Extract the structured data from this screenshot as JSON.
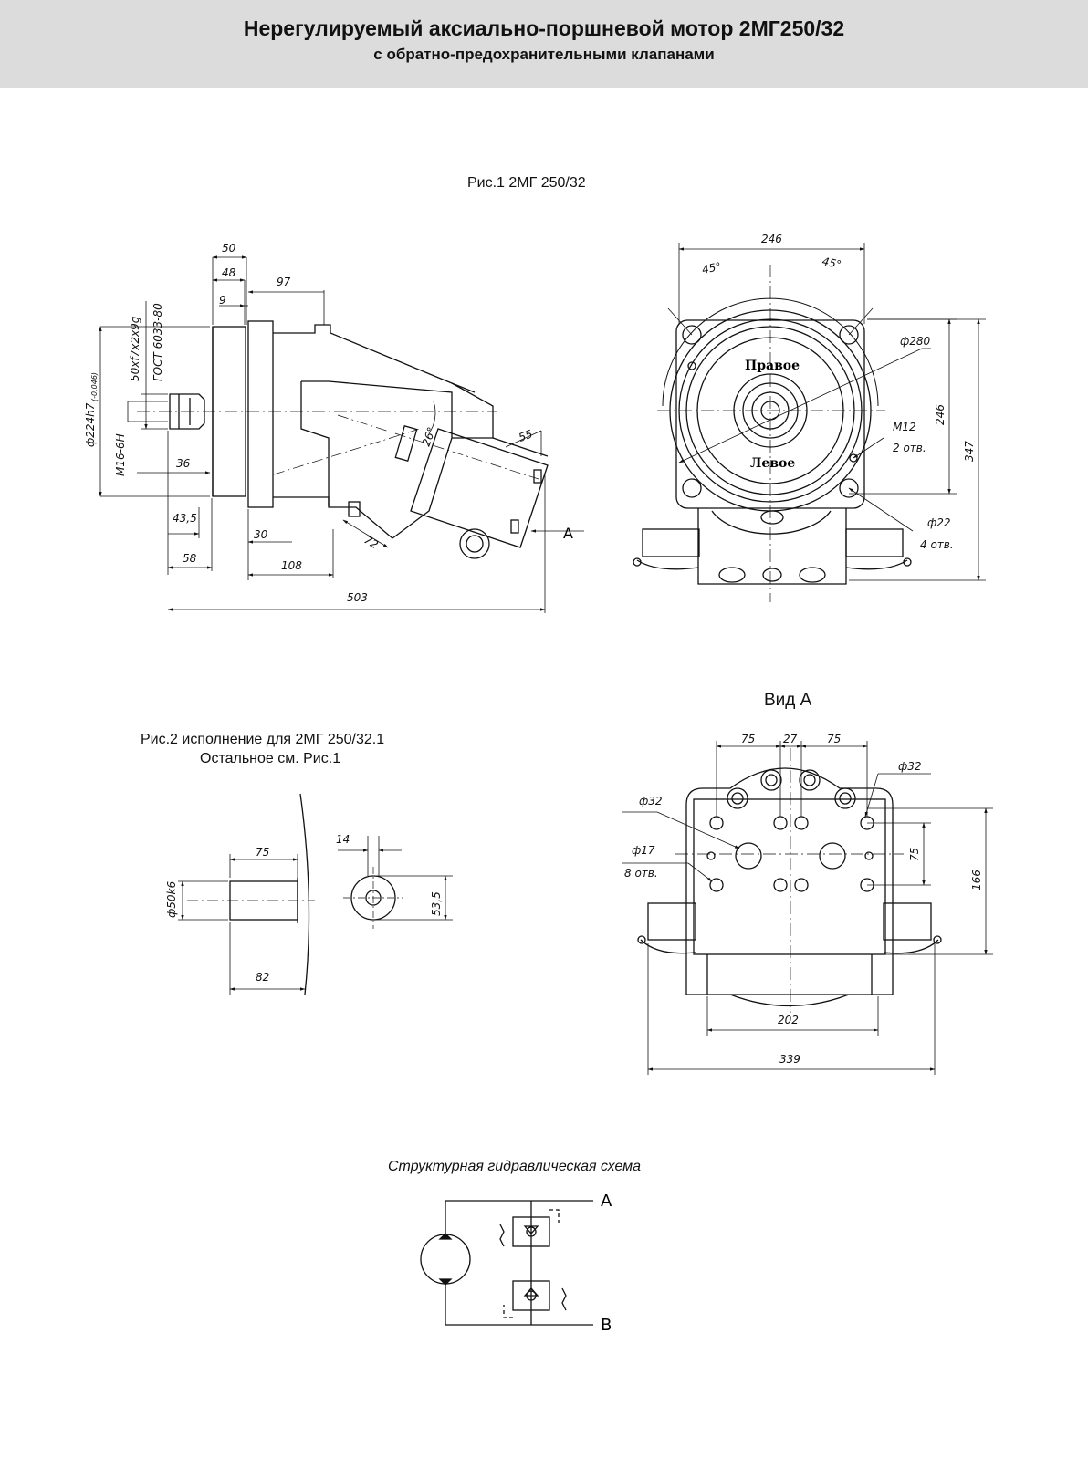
{
  "header": {
    "title": "Нерегулируемый аксиально-поршневой мотор 2МГ250/32",
    "subtitle": "с обратно-предохранительными клапанами"
  },
  "fig1": {
    "caption": "Рис.1 2МГ 250/32",
    "side_view": {
      "dims": {
        "d50": "50",
        "d48": "48",
        "d97": "97",
        "d9": "9",
        "spline": "50xf7x2x9g",
        "gost": "ГОСТ 6033-80",
        "dia224": "ф224h7",
        "dia224_tol": "(-0,046)",
        "m16": "M16-6H",
        "d36": "36",
        "d43": "43,5",
        "d58": "58",
        "d30": "30",
        "d108": "108",
        "d72": "72",
        "ang26": "26°",
        "d55": "55",
        "d503": "503",
        "port_a": "А"
      }
    },
    "front_view": {
      "dims": {
        "d246_top": "246",
        "ang45_l": "45°",
        "ang45_r": "45°",
        "dia280": "ф280",
        "d246_side": "246",
        "d347": "347",
        "m12": "M12",
        "m12_count": "2 отв.",
        "dia22": "ф22",
        "dia22_count": "4 отв.",
        "right_label": "Правое",
        "left_label": "Левое"
      }
    }
  },
  "fig2": {
    "caption_line1": "Рис.2 исполнение для 2МГ 250/32.1",
    "caption_line2": "Остальное см. Рис.1",
    "dims": {
      "d75": "75",
      "dia50": "ф50k6",
      "d82": "82",
      "d14": "14",
      "d53": "53,5"
    }
  },
  "view_a": {
    "caption": "Вид А",
    "dims": {
      "d75_l": "75",
      "d27": "27",
      "d75_r": "75",
      "dia32_r": "ф32",
      "dia32_l": "ф32",
      "dia17": "ф17",
      "dia17_count": "8 отв.",
      "d75_v": "75",
      "d166": "166",
      "d202": "202",
      "d339": "339"
    }
  },
  "hydraulic": {
    "caption": "Структурная гидравлическая схема",
    "port_a": "A",
    "port_b": "B"
  }
}
